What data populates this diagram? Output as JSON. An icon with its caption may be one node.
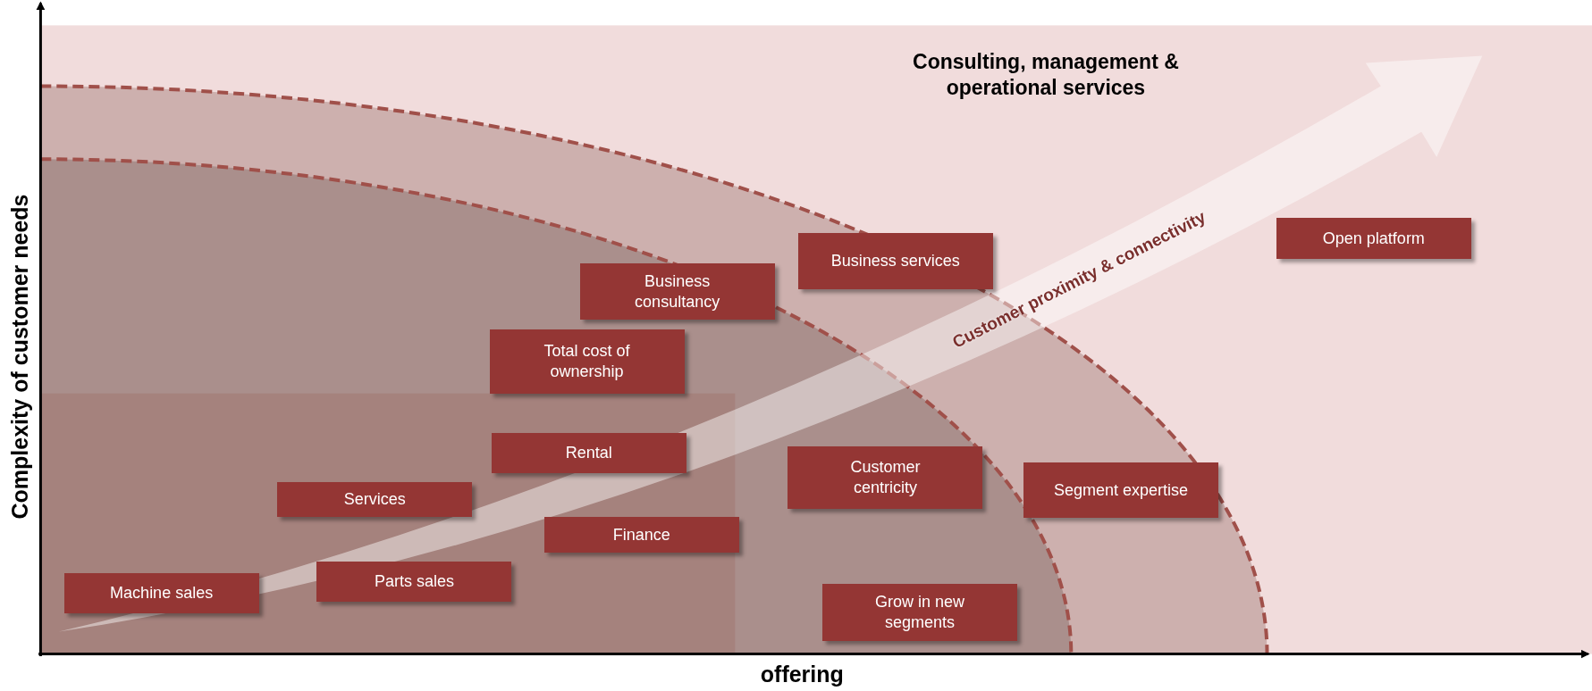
{
  "diagram": {
    "nodes": [
      {
        "text": [
          "Machine sales"
        ]
      },
      {
        "text": [
          "Parts sales"
        ]
      },
      {
        "text": [
          "Services"
        ]
      },
      {
        "text": [
          "Finance"
        ]
      },
      {
        "text": [
          "Rental"
        ]
      },
      {
        "text": [
          "Total cost of ownership"
        ]
      },
      {
        "text": [
          "Business consultancy"
        ]
      },
      {
        "text": [
          "Business services"
        ]
      },
      {
        "text": [
          "Customer centricity"
        ]
      },
      {
        "text": [
          "Segment expertise"
        ]
      },
      {
        "text": [
          "Grow in new segments"
        ]
      },
      {
        "text": [
          "Open platform"
        ]
      }
    ],
    "edges": [],
    "labels": [
      "Consulting, management & operational services",
      "Customer proximity & connectivity",
      "Complexity of customer needs",
      "offering"
    ]
  }
}
